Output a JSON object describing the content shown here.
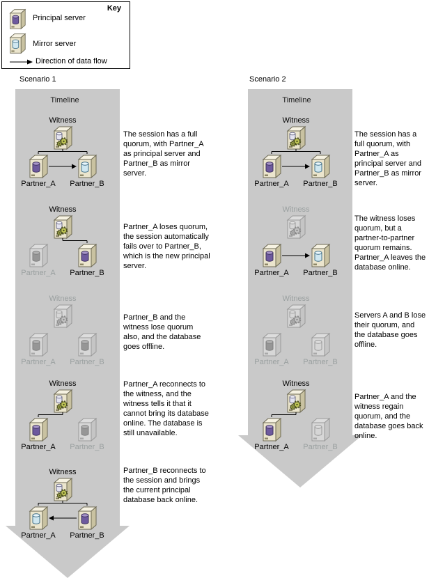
{
  "key": {
    "title": "Key",
    "items": [
      {
        "name": "principal-server",
        "label": "Principal server"
      },
      {
        "name": "mirror-server",
        "label": "Mirror server"
      },
      {
        "name": "data-flow",
        "label": "Direction of data flow"
      }
    ]
  },
  "labels": {
    "timeline": "Timeline",
    "witness": "Witness",
    "partner_a": "Partner_A",
    "partner_b": "Partner_B"
  },
  "scenarios": [
    {
      "title": "Scenario 1",
      "stages": [
        {
          "description": "The session has a full quorum, with Partner_A as principal server and Partner_B as mirror server.",
          "witness": "active",
          "partner_a": {
            "role": "principal",
            "state": "active"
          },
          "partner_b": {
            "role": "mirror",
            "state": "active"
          },
          "connections": "witness-to-both",
          "data_flow": "a-to-b"
        },
        {
          "description": "Partner_A loses quorum, the session automatically fails over to Partner_B, which is the new principal server.",
          "witness": "active",
          "partner_a": {
            "role": "principal",
            "state": "offline"
          },
          "partner_b": {
            "role": "principal",
            "state": "active"
          },
          "connections": "witness-to-b",
          "data_flow": "none"
        },
        {
          "description": "Partner_B and the witness lose quorum also, and the database goes offline.",
          "witness": "offline",
          "partner_a": {
            "role": "principal",
            "state": "offline"
          },
          "partner_b": {
            "role": "principal",
            "state": "offline"
          },
          "connections": "none",
          "data_flow": "none"
        },
        {
          "description": "Partner_A reconnects to the witness, and the witness tells it that it cannot bring its database online. The database is still unavailable.",
          "witness": "active",
          "partner_a": {
            "role": "principal",
            "state": "active"
          },
          "partner_b": {
            "role": "principal",
            "state": "offline"
          },
          "connections": "witness-to-a",
          "data_flow": "none"
        },
        {
          "description": "Partner_B reconnects to the session and brings the current principal database back online.",
          "witness": "active",
          "partner_a": {
            "role": "mirror",
            "state": "active"
          },
          "partner_b": {
            "role": "principal",
            "state": "active"
          },
          "connections": "witness-to-both",
          "data_flow": "b-to-a"
        }
      ]
    },
    {
      "title": "Scenario 2",
      "stages": [
        {
          "description": "The session has a full quorum, with Partner_A as principal server and Partner_B as mirror server.",
          "witness": "active",
          "partner_a": {
            "role": "principal",
            "state": "active"
          },
          "partner_b": {
            "role": "mirror",
            "state": "active"
          },
          "connections": "witness-to-both",
          "data_flow": "a-to-b"
        },
        {
          "description": "The witness loses quorum, but a partner-to-partner quorum remains. Partner_A leaves the database online.",
          "witness": "offline",
          "partner_a": {
            "role": "principal",
            "state": "active"
          },
          "partner_b": {
            "role": "mirror",
            "state": "active"
          },
          "connections": "none",
          "data_flow": "a-to-b"
        },
        {
          "description": "Servers A and B lose their quorum, and the database goes offline.",
          "witness": "offline",
          "partner_a": {
            "role": "principal",
            "state": "offline"
          },
          "partner_b": {
            "role": "mirror",
            "state": "offline"
          },
          "connections": "none",
          "data_flow": "none"
        },
        {
          "description": "Partner_A and the witness regain quorum, and the database goes back online.",
          "witness": "active",
          "partner_a": {
            "role": "principal",
            "state": "active"
          },
          "partner_b": {
            "role": "mirror",
            "state": "offline"
          },
          "connections": "witness-to-a",
          "data_flow": "none"
        }
      ]
    }
  ],
  "colors": {
    "timeline_arrow": "#c9c9c9",
    "server_body": "#ebe5cd",
    "principal_db": "#6e5a9e",
    "mirror_db": "#cfe7f0",
    "offline_text": "#9aa0a0"
  }
}
